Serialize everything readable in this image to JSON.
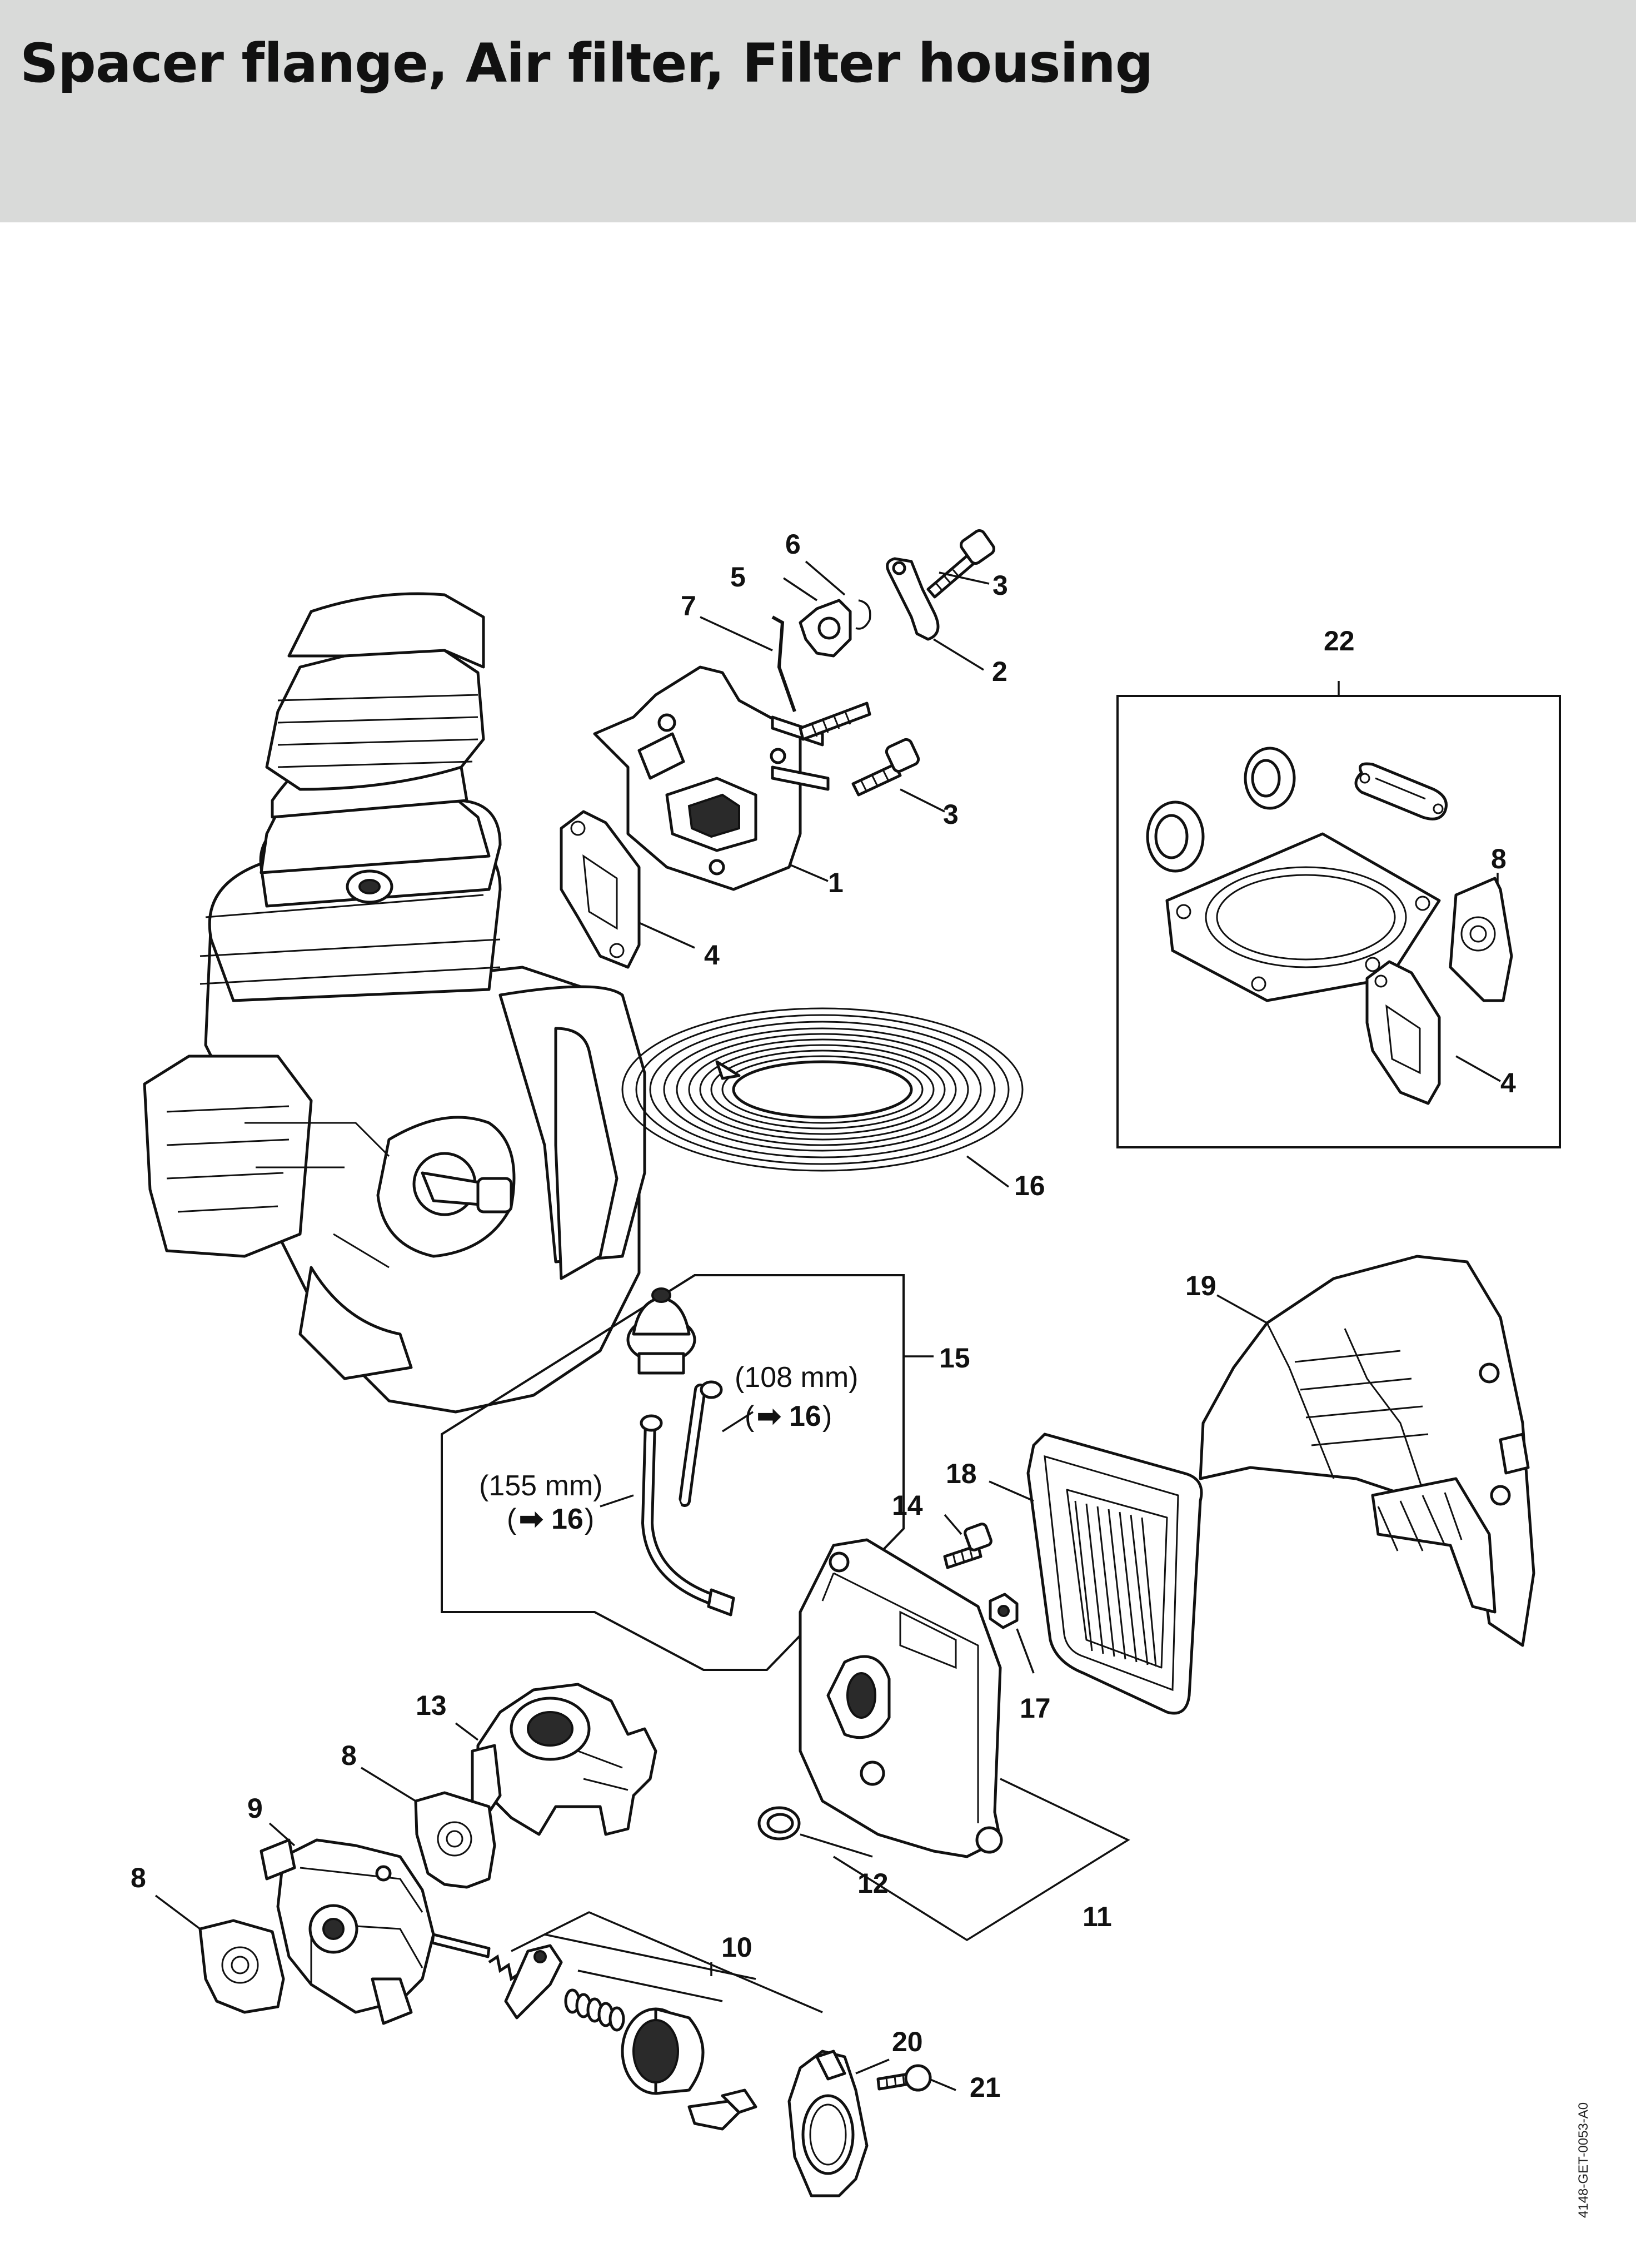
{
  "title": "Spacer flange, Air filter, Filter housing",
  "doc_code": "4148-GET-0053-A0",
  "callouts": {
    "c1": "1",
    "c2": "2",
    "c3a": "3",
    "c3b": "3",
    "c4a": "4",
    "c4b": "4",
    "c5": "5",
    "c6": "6",
    "c7": "7",
    "c8a": "8",
    "c8b": "8",
    "c8c": "8",
    "c9": "9",
    "c10": "10",
    "c11": "11",
    "c12": "12",
    "c13": "13",
    "c14": "14",
    "c15": "15",
    "c16": "16",
    "c17": "17",
    "c18": "18",
    "c19": "19",
    "c20": "20",
    "c21": "21",
    "c22": "22"
  },
  "notes": {
    "len_short": "(108 mm)",
    "len_long": "(155 mm)",
    "ref_arrow": "➡",
    "ref_part": "16",
    "paren_open": "(",
    "paren_close": ")"
  }
}
